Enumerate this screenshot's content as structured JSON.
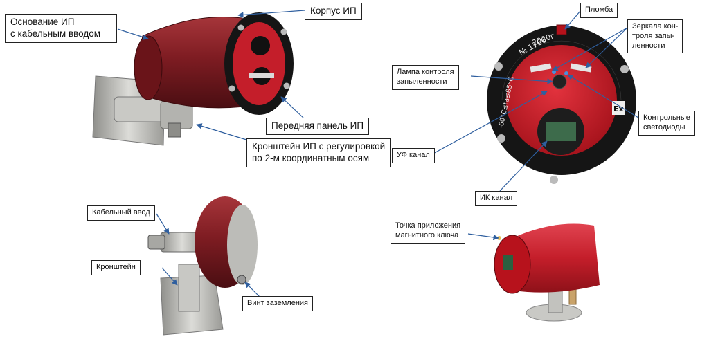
{
  "labels": {
    "base_cable_entry": "Основание ИП\nс кабельным вводом",
    "housing": "Корпус ИП",
    "front_panel": "Передняя панель ИП",
    "bracket_adjustable": "Кронштейн ИП с регулировкой\nпо 2-м координатным осям",
    "seal": "Пломба",
    "contamination_mirrors": "Зеркала кон-\nтроля запы-\nленности",
    "contamination_lamp": "Лампа контроля\nзапыленности",
    "control_leds": "Контрольные\nсветодиоды",
    "uv_channel": "УФ канал",
    "ir_channel": "ИК канал",
    "cable_entry": "Кабельный ввод",
    "bracket": "Кронштейн",
    "ground_screw": "Винт заземления",
    "magnetic_key_point": "Точка приложения\nмагнитного ключа"
  },
  "front_face": {
    "serial": "№ 1766",
    "year": "2020г",
    "temp_range": "-60°C≤ta≤85°C"
  },
  "colors": {
    "housing_red": "#8b1f26",
    "front_red": "#c41e2a",
    "bezel_black": "#151515",
    "steel": "#b9b9b6",
    "arrow_blue": "#2f5f9f"
  },
  "icons": {
    "ex_mark": "ex-marking-icon"
  }
}
